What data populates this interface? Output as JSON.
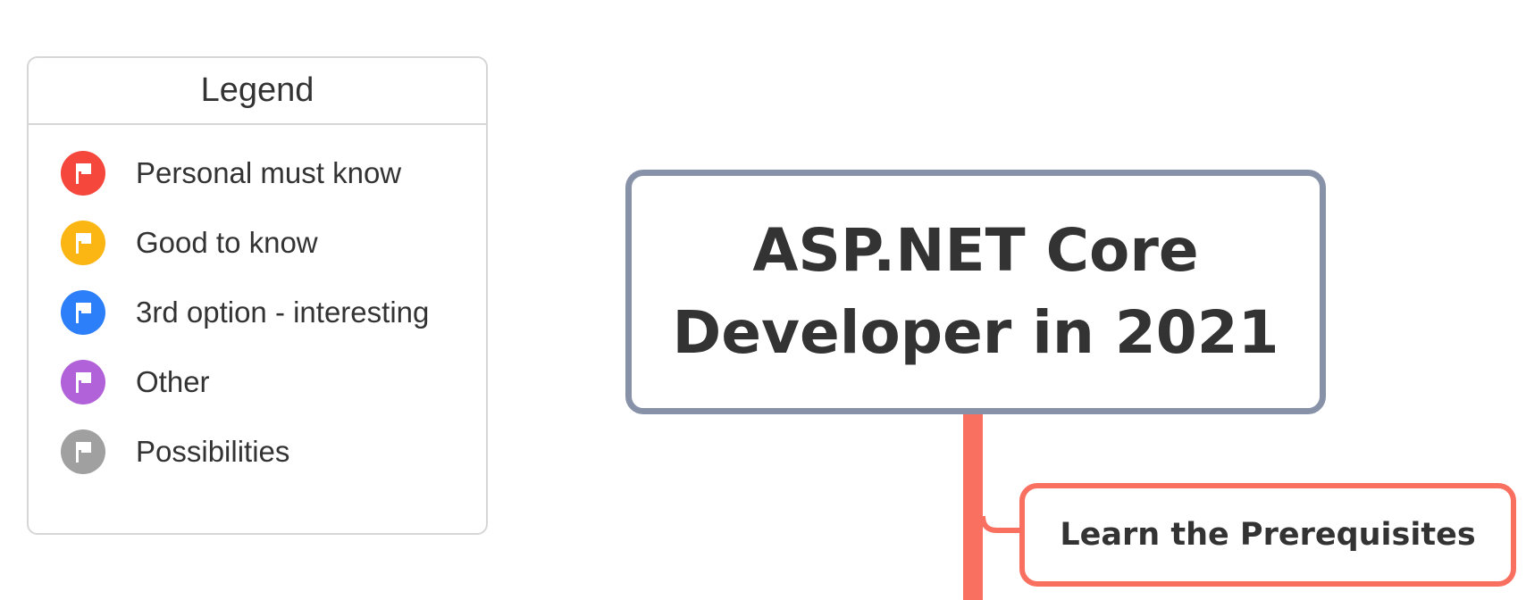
{
  "legend": {
    "title": "Legend",
    "items": [
      {
        "label": "Personal must know",
        "color": "#f5473c",
        "icon": "flag-icon"
      },
      {
        "label": "Good to know",
        "color": "#fbb614",
        "icon": "flag-icon"
      },
      {
        "label": "3rd option - interesting",
        "color": "#2d7ff9",
        "icon": "flag-icon"
      },
      {
        "label": "Other",
        "color": "#b162d9",
        "icon": "flag-icon"
      },
      {
        "label": "Possibilities",
        "color": "#a0a0a0",
        "icon": "flag-icon"
      }
    ]
  },
  "central_topic": {
    "text": "ASP.NET Core\nDeveloper in 2021",
    "border_color": "#8792a8"
  },
  "subtopics": [
    {
      "text": "Learn the Prerequisites",
      "border_color": "#f97060"
    }
  ],
  "branch_color": "#f97060"
}
